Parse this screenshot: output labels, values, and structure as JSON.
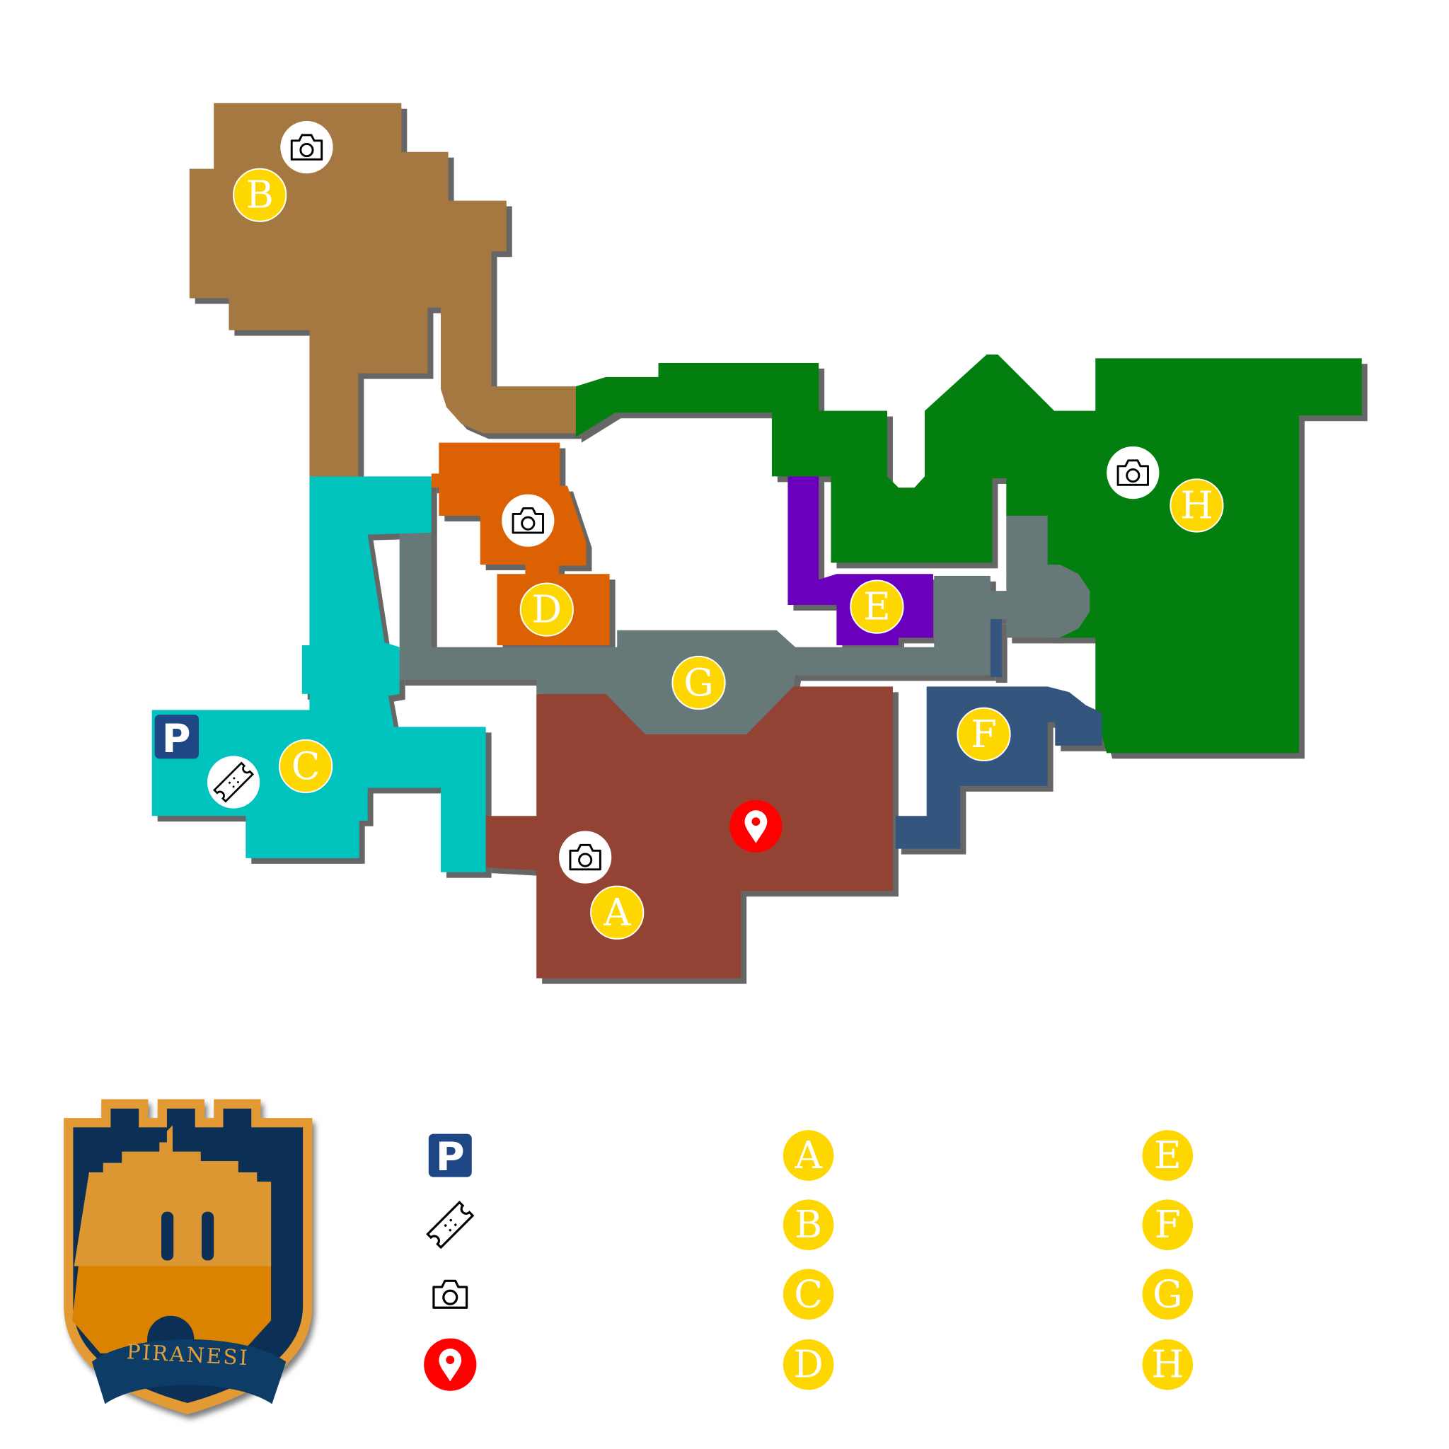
{
  "colors": {
    "zone_a": "#934334",
    "zone_b": "#A47840",
    "zone_c": "#00C3BE",
    "zone_d": "#DB6103",
    "zone_e": "#6A00BC",
    "zone_f": "#34557E",
    "zone_g": "#667878",
    "zone_h": "#037F10",
    "marker_letter": "#FFD700",
    "parking": "#1F4685",
    "pin": "#FF0000",
    "shadow": "#666666"
  },
  "map": {
    "zones": [
      {
        "id": "a",
        "label": "A"
      },
      {
        "id": "b",
        "label": "B"
      },
      {
        "id": "c",
        "label": "C"
      },
      {
        "id": "d",
        "label": "D"
      },
      {
        "id": "e",
        "label": "E"
      },
      {
        "id": "f",
        "label": "F"
      },
      {
        "id": "g",
        "label": "G"
      },
      {
        "id": "h",
        "label": "H"
      }
    ],
    "parking_label": "P",
    "icons": [
      "camera-icon",
      "ticket-icon",
      "parking-icon",
      "location-pin-icon"
    ]
  },
  "legend": {
    "symbols": [
      {
        "icon": "parking-icon",
        "label": "P"
      },
      {
        "icon": "ticket-icon"
      },
      {
        "icon": "camera-icon"
      },
      {
        "icon": "location-pin-icon"
      }
    ],
    "letters_col1": [
      "A",
      "B",
      "C",
      "D"
    ],
    "letters_col2": [
      "E",
      "F",
      "G",
      "H"
    ]
  },
  "logo": {
    "text": "PIRANESI"
  }
}
